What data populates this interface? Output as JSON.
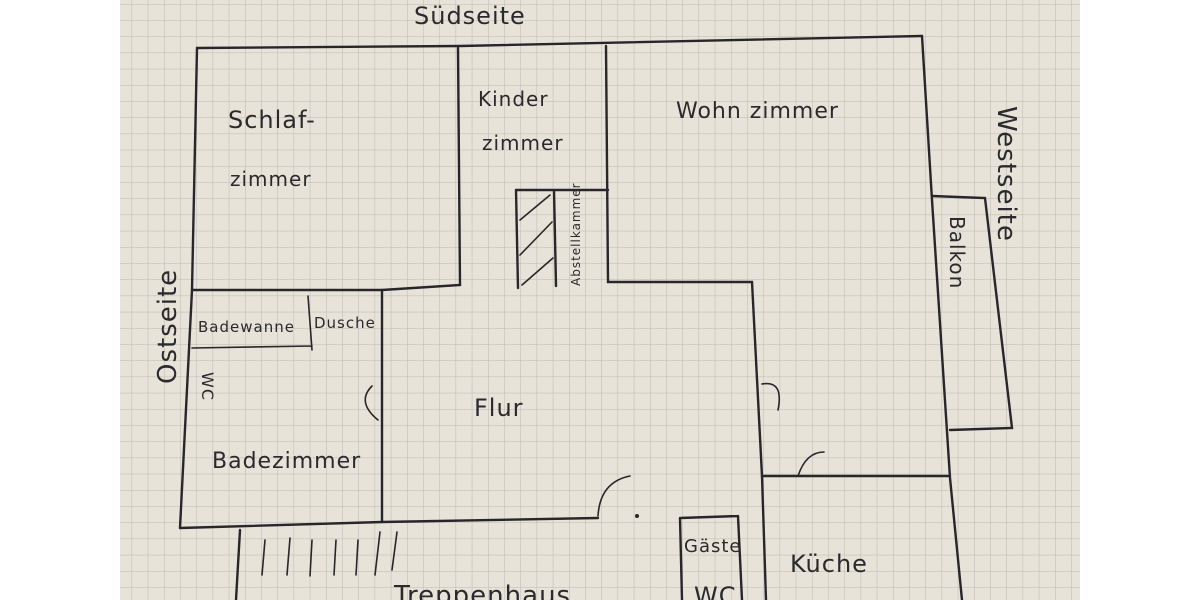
{
  "plan": {
    "sides": {
      "south": "Südseite",
      "west": "Westseite",
      "east": "Ostseite"
    },
    "rooms": {
      "bedroom_line1": "Schlaf-",
      "bedroom_line2": "zimmer",
      "kids_line1": "Kinder",
      "kids_line2": "zimmer",
      "living": "Wohn zimmer",
      "balcony": "Balkon",
      "storage": "Abstellkammer",
      "bathtub": "Badewanne",
      "shower": "Dusche",
      "wc": "WC",
      "bathroom": "Badezimmer",
      "hallway": "Flur",
      "guest_wc_line1": "Gäste",
      "guest_wc_line2": "WC",
      "kitchen": "Küche",
      "stairwell": "Treppenhaus"
    },
    "colors": {
      "paper": "#e8e3d8",
      "grid": "#b9b8b2",
      "ink": "#26262b"
    }
  }
}
